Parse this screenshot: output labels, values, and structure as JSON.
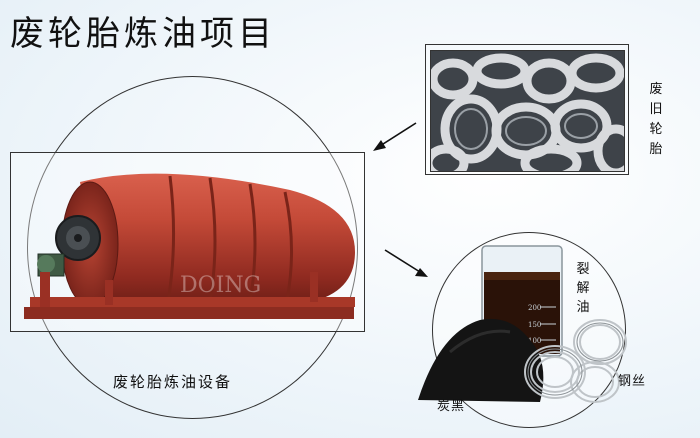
{
  "page": {
    "title": "废轮胎炼油项目"
  },
  "machine": {
    "caption": "废轮胎炼油设备",
    "watermark": "DOING"
  },
  "input": {
    "caption": "废旧轮胎",
    "caption_chars": [
      "废",
      "旧",
      "轮",
      "胎"
    ]
  },
  "products": {
    "oil_chars": [
      "裂",
      "解",
      "油"
    ],
    "carbon_label": "炭黑",
    "steel_label": "钢丝",
    "beaker_ticks": [
      "200",
      "150",
      "100"
    ]
  },
  "colors": {
    "reactor_red": "#b13a2c",
    "frame_line": "#333333",
    "background": "#f5f9fc"
  },
  "icons": {
    "arrow_1": "arrow-down-left",
    "arrow_2": "arrow-down-right"
  }
}
